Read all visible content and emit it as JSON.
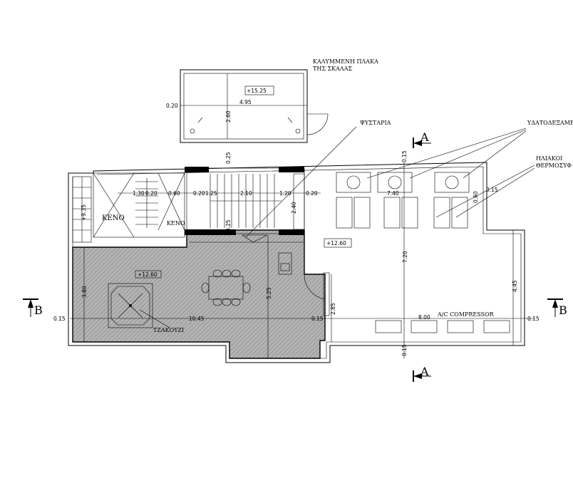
{
  "labels": {
    "stair_cover": [
      "ΚΑΛΥΜΜΕΝΗ ΠΛΑΚΑ",
      "ΤΗΣ ΣΚΑΛΑΣ"
    ],
    "cooler": "ΨΥΣΤΑΡΙΑ",
    "water_tanks": "ΥΔΑΤΟΔΕΞΑΜΕ",
    "solar_heaters": [
      "ΗΛΙΑΚΟΙ",
      "ΘΕΡΜΟΣΥΦ"
    ],
    "jacuzzi": "ΤΖΑΚΟΥΖΙ",
    "ac_compressor": "A/C  COMPRESSOR",
    "void_1": "KENO",
    "void_2": "KENO",
    "section_a": "A",
    "section_b": "B"
  },
  "levels": {
    "roof": "+15.25",
    "terrace": "+12.60",
    "roof_deck": "+12.60",
    "side": "+9.35"
  },
  "dimensions": {
    "top_020": "0.20",
    "top_495": "4.95",
    "top_260": "2.60",
    "d025": "0.25",
    "d015_top": "0.15",
    "d130": "1.30",
    "d020a": "0.20",
    "d060": "0.60",
    "d020b": "0.20",
    "d125": "1.25",
    "d210": "2.10",
    "d120": "1.20",
    "d020c": "0.20",
    "d740": "7.40",
    "d015_right": "0.15",
    "d060r": "0.60",
    "d240": "2.40",
    "d025b": "0.25",
    "d380": "3.80",
    "d525": "5.25",
    "d720": "7.20",
    "d445": "4.45",
    "d285": "2.85",
    "d015_left": "0.15",
    "d1045": "10.45",
    "d015_mid": "0.15",
    "d800": "8.00",
    "d015_far": "0.15",
    "d015_bottom": "0.15"
  }
}
